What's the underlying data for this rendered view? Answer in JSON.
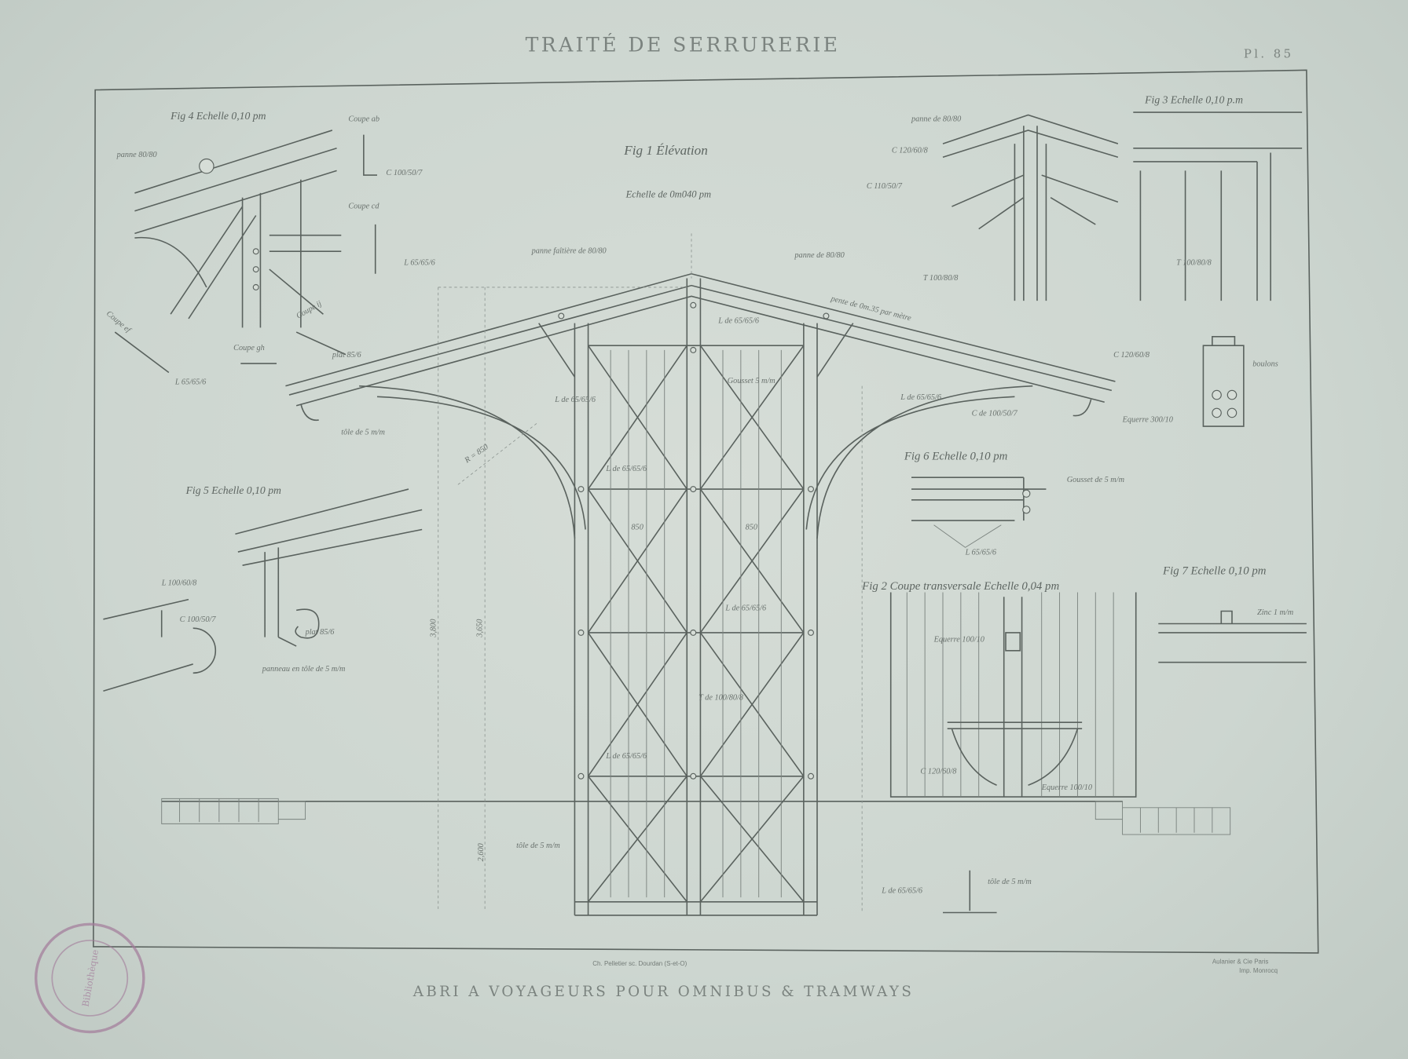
{
  "header": {
    "title": "TRAITÉ DE SERRURERIE",
    "plate": "Pl. 85"
  },
  "footer": {
    "title": "ABRI A VOYAGEURS POUR OMNIBUS & TRAMWAYS",
    "engraver": "Ch. Pelletier sc. Dourdan (S-et-O)",
    "publisher": "Aulanier & Cie Paris",
    "printer": "Imp. Monrocq"
  },
  "stamp": {
    "text": "Bibliothèque"
  },
  "figures": {
    "fig1": {
      "title": "Fig 1 Élévation",
      "scale": "Echelle de 0m040 pm"
    },
    "fig2": {
      "title": "Fig 2 Coupe transversale Echelle 0,04 pm"
    },
    "fig3": {
      "title": "Fig 3 Echelle 0,10 p.m"
    },
    "fig4": {
      "title": "Fig 4 Echelle 0,10 pm"
    },
    "fig5": {
      "title": "Fig 5 Echelle 0,10 pm"
    },
    "fig6": {
      "title": "Fig 6 Echelle 0,10 pm"
    },
    "fig7": {
      "title": "Fig 7 Echelle 0,10 pm"
    }
  },
  "sections": [
    "Coupe ab",
    "Coupe cd",
    "Coupe ef",
    "Coupe gh",
    "Coupe ij"
  ],
  "labels": {
    "panne_faitiere": "panne faîtière de 80/80",
    "panne": "panne de 80/80",
    "t_100": "T 100/80/8",
    "pente": "pente de 0m.35 par mètre",
    "l_65_a": "L de 65/65/6",
    "l_65_b": "L de 65/65/6",
    "l_65_c": "L de 65/65/6",
    "l_65_d": "L de 65/65/6",
    "l_65_e": "L de 65/65/6",
    "gousset": "Gousset 5 m/m",
    "c_100": "C de 100/50/7",
    "c_120": "C 120/60/8",
    "c_110": "C 110/50/7",
    "tole5": "tôle de 5 m/m",
    "tole5b": "tôle de 5 m/m",
    "tole5c": "tôle de 5 m/m",
    "equerre": "Equerre 300/10",
    "equerre2": "Equerre 100/10",
    "boulons": "boulons",
    "gousset6": "Gousset de 5 m/m",
    "l_65_f6": "L 65/65/6",
    "zinc": "Zinc 1 m/m",
    "fig5_l": "L 100/60/8",
    "fig5_c": "C 100/50/7",
    "fig5_plat": "plat 85/6",
    "fig5_panneau": "panneau en tôle de 5 m/m",
    "fig4_panne": "panne 80/80",
    "fig4_c": "C 100/50/7",
    "fig4_l": "L 65/65/6",
    "fig4_l2": "L 65/65/6",
    "fig4_plat": "plat 85/6",
    "fig3_t": "T 100/80/8",
    "fig2_c": "C 120/60/8",
    "fig2_e": "Equerre 100/10",
    "t_fig1": "T de 100/80/8",
    "l_fig1": "L de 65/65/6",
    "dim1": "3,800",
    "dim2": "3,650",
    "dim3": "2,600",
    "radius": "R = 850",
    "w1": "850",
    "w2": "850"
  }
}
